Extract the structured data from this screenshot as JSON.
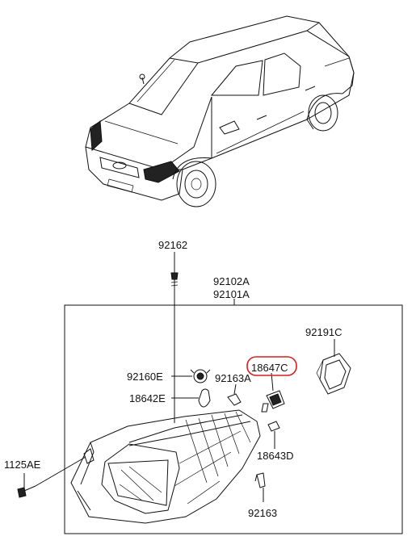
{
  "diagram": {
    "highlight_color": "#d42020",
    "line_color": "#111111",
    "labels": {
      "p92162": "92162",
      "p92102A": "92102A",
      "p92101A": "92101A",
      "p92191C": "92191C",
      "p18647C": "18647C",
      "p92160E": "92160E",
      "p92163A": "92163A",
      "p18642E": "18642E",
      "p1125AE": "1125AE",
      "p18643D": "18643D",
      "p92163": "92163"
    },
    "highlighted_part": "18647C"
  }
}
